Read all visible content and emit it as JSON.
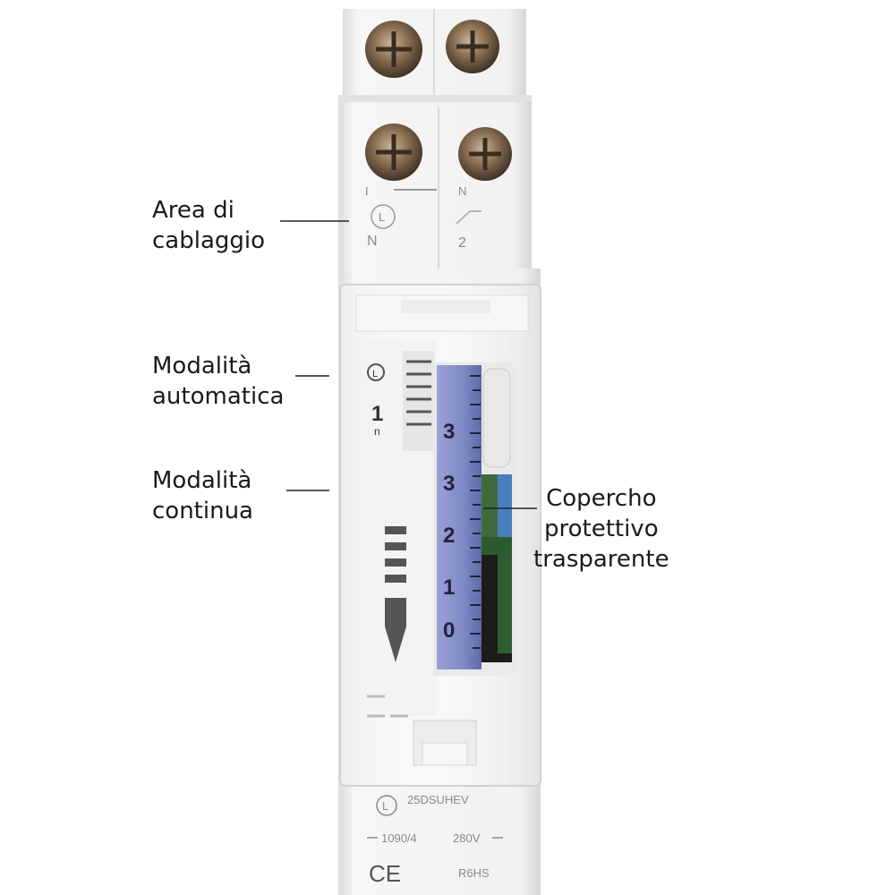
{
  "annotations": {
    "wiring": [
      "Area di",
      "cablaggio"
    ],
    "auto_mode": [
      "Modalità",
      "automatica"
    ],
    "continuous_mode": [
      "Modalità",
      "continua"
    ],
    "cover": [
      "Coperchо",
      "protettivo",
      "trasparente"
    ]
  },
  "device": {
    "terminal_left": "I",
    "terminal_right": "N",
    "wiring_neutral": "N",
    "wiring_output": "2",
    "auto_mode_symbol": "1",
    "dial_numbers": [
      "3",
      "3",
      "2",
      "1",
      "0"
    ],
    "model_code": "25DSUHEV",
    "rating_left": "1090/4",
    "rating_right": "280V",
    "ce_mark": "CE",
    "battery": "R6HS"
  },
  "colors": {
    "housing": "#f2f2f2",
    "dial_blue": "#8791c9",
    "segment_green": "#3f6b3c",
    "segment_blue": "#4a7fbf",
    "screw_bronze": "#7a6247"
  }
}
